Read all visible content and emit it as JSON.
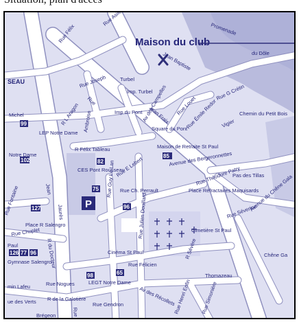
{
  "caption": "Situation, plan d'accès",
  "club": {
    "title": "Maison du club",
    "marker": "x-marker-icon"
  },
  "parking": "P",
  "colors": {
    "background": "#dfe0f2",
    "park": "#b9bbdd",
    "road": "#ffffff",
    "road_edge": "#8f90bf",
    "text": "#26267a",
    "marker": "#2f2f7a"
  },
  "streets": [
    {
      "id": "s1",
      "text": "Rue Félix"
    },
    {
      "id": "s2",
      "text": "Rue Asile"
    },
    {
      "id": "s3",
      "text": "Promenade"
    },
    {
      "id": "s4",
      "text": "du Dôle"
    },
    {
      "id": "s5",
      "text": "Jean Baptiste"
    },
    {
      "id": "s6",
      "text": "Rue Joseph"
    },
    {
      "id": "s7",
      "text": "Turbel"
    },
    {
      "id": "s8",
      "text": "Imp. Turbel"
    },
    {
      "id": "s9",
      "text": "Imp du Pont"
    },
    {
      "id": "s10",
      "text": "Av des Campelles"
    },
    {
      "id": "s11",
      "text": "R L Aragon"
    },
    {
      "id": "s12",
      "text": "Rue"
    },
    {
      "id": "s13",
      "text": "Michel"
    },
    {
      "id": "s14",
      "text": "LEP Notre Dame"
    },
    {
      "id": "s15",
      "text": "Notre Dame"
    },
    {
      "id": "s16",
      "text": "Ambroise"
    },
    {
      "id": "s17",
      "text": "Square du Pont"
    },
    {
      "id": "s18",
      "text": "Maison de Retraite St Paul"
    },
    {
      "id": "s19",
      "text": "Rue Louet"
    },
    {
      "id": "s20",
      "text": "Rue Émile Redor"
    },
    {
      "id": "s21",
      "text": "Rue G Crétin"
    },
    {
      "id": "s22",
      "text": "Chemin du Petit Bois"
    },
    {
      "id": "s23",
      "text": "Vigier"
    },
    {
      "id": "s24",
      "text": "R Félix Tableau"
    },
    {
      "id": "s25",
      "text": "Rue E Lebert"
    },
    {
      "id": "s26",
      "text": "CES Pont Rousseau"
    },
    {
      "id": "s27",
      "text": "Avenue des Bergeronnettes"
    },
    {
      "id": "s28",
      "text": "Rue Théodore Patry"
    },
    {
      "id": "s29",
      "text": "Pas des Tillas"
    },
    {
      "id": "s30",
      "text": "Jean"
    },
    {
      "id": "s31",
      "text": "Jaurès"
    },
    {
      "id": "s32",
      "text": "Jean Fraix"
    },
    {
      "id": "s33",
      "text": "Rue Guy Le Lan"
    },
    {
      "id": "s34",
      "text": "Rue Ch. Perrault"
    },
    {
      "id": "s35",
      "text": "Rue Julien Douillard"
    },
    {
      "id": "s36",
      "text": "Place Réfractaires Maquisards"
    },
    {
      "id": "s37",
      "text": "Rue Séverine"
    },
    {
      "id": "s38",
      "text": "Rue Fontaine"
    },
    {
      "id": "s39",
      "text": "Place R Salengro"
    },
    {
      "id": "s40",
      "text": "Rue Chuplet"
    },
    {
      "id": "s41",
      "text": "Cimetière St Paul"
    },
    {
      "id": "s42",
      "text": "Avenue du Chêne Gala"
    },
    {
      "id": "s43",
      "text": "Chêne Ga"
    },
    {
      "id": "s44",
      "text": "Paul"
    },
    {
      "id": "s45",
      "text": "Gymnase Salengro"
    },
    {
      "id": "s46",
      "text": "R du Docteur"
    },
    {
      "id": "s47",
      "text": "Cinéma St Paul"
    },
    {
      "id": "s48",
      "text": "Rue Félicien"
    },
    {
      "id": "s49",
      "text": "R Sévère"
    },
    {
      "id": "s50",
      "text": "Thomazeau"
    },
    {
      "id": "s51",
      "text": "min Lafeu"
    },
    {
      "id": "s52",
      "text": "LEGT Notre Dame"
    },
    {
      "id": "s53",
      "text": "Rue Nogues"
    },
    {
      "id": "s54",
      "text": "Av des Récollets"
    },
    {
      "id": "s55",
      "text": "Rue Henri Enfin"
    },
    {
      "id": "s56",
      "text": "Rue Simonière"
    },
    {
      "id": "s57",
      "text": "Rue Roy"
    },
    {
      "id": "s58",
      "text": "Rue Gendron"
    },
    {
      "id": "s59",
      "text": "R de la Galotière"
    },
    {
      "id": "s60",
      "text": "ue des Verts"
    },
    {
      "id": "s61",
      "text": "Brégeon"
    },
    {
      "id": "s62",
      "text": "SEAU"
    }
  ],
  "route_numbers": [
    "99",
    "102",
    "82",
    "75",
    "96",
    "98",
    "65",
    "127",
    "126",
    "77",
    "96",
    "85"
  ]
}
